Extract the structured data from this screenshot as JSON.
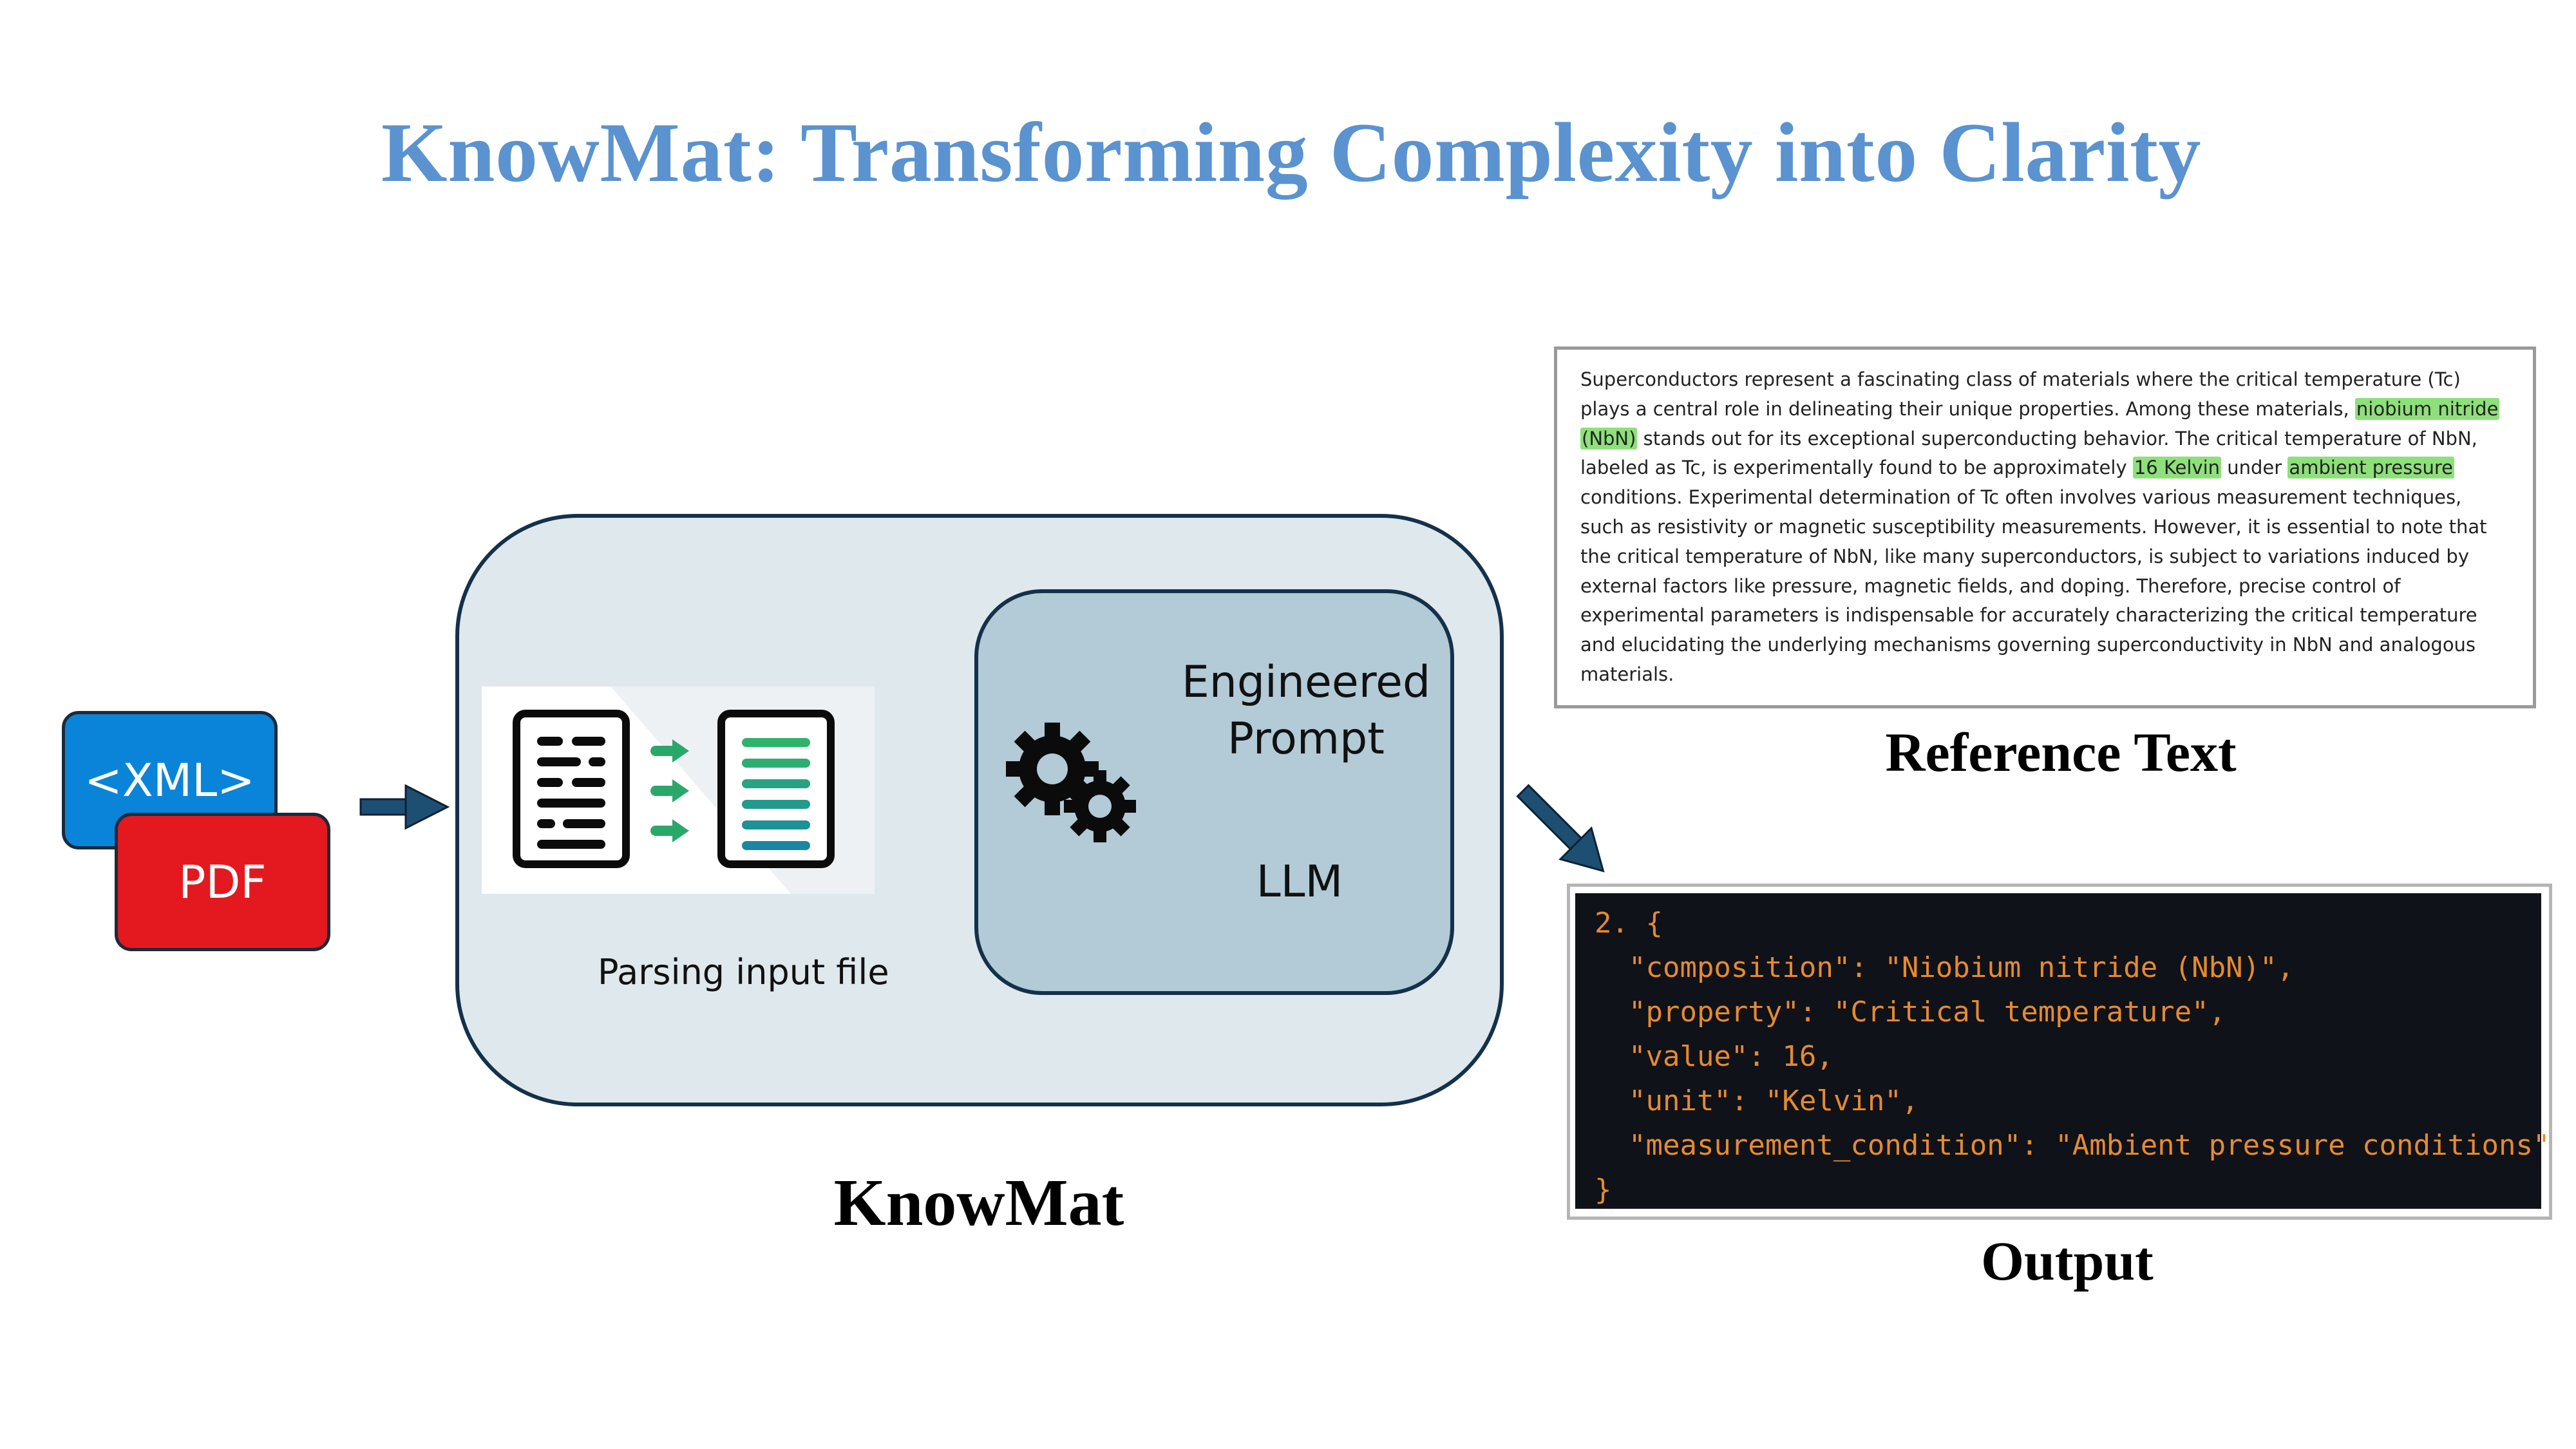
{
  "title": "KnowMat: Transforming Complexity into Clarity",
  "inputs": {
    "xml": "<XML>",
    "pdf": "PDF"
  },
  "parsing": {
    "caption": "Parsing input file"
  },
  "prompt": {
    "line1": "Engineered",
    "line2": "Prompt",
    "llm": "LLM"
  },
  "labels": {
    "knowmat": "KnowMat",
    "reference": "Reference Text",
    "output": "Output"
  },
  "reference_text": {
    "lines": [
      [
        {
          "t": "Superconductors represent a fascinating class of materials where the critical temperature (Tc)"
        }
      ],
      [
        {
          "t": "plays a central role in delineating their unique properties. Among these materials, "
        },
        {
          "t": "niobium nitride",
          "hl": true
        }
      ],
      [
        {
          "t": "(NbN)",
          "hl": true
        },
        {
          "t": " stands out for its exceptional superconducting behavior. The critical temperature of NbN,"
        }
      ],
      [
        {
          "t": "labeled as Tc, is experimentally found to be approximately "
        },
        {
          "t": "16 Kelvin",
          "hl": true
        },
        {
          "t": " under "
        },
        {
          "t": "ambient pressure",
          "hl": true
        }
      ],
      [
        {
          "t": "conditions. Experimental determination of Tc often involves various measurement techniques,"
        }
      ],
      [
        {
          "t": "such as resistivity or magnetic susceptibility measurements. However, it is essential to note that"
        }
      ],
      [
        {
          "t": "the critical temperature of NbN, like many superconductors, is subject to variations induced by"
        }
      ],
      [
        {
          "t": "external factors like pressure, magnetic fields, and doping. Therefore, precise control of"
        }
      ],
      [
        {
          "t": "experimental parameters is indispensable for accurately characterizing the critical temperature"
        }
      ],
      [
        {
          "t": "and elucidating the underlying mechanisms governing superconductivity in NbN and analogous"
        }
      ],
      [
        {
          "t": "materials."
        }
      ]
    ],
    "highlight_color": "#8ee07a"
  },
  "output_code": {
    "lines": [
      "2. {",
      "  \"composition\": \"Niobium nitride (NbN)\",",
      "  \"property\": \"Critical temperature\",",
      "  \"value\": 16,",
      "  \"unit\": \"Kelvin\",",
      "  \"measurement_condition\": \"Ambient pressure conditions\"",
      "}"
    ]
  },
  "colors": {
    "title": "#5a93cf",
    "xml_badge": "#0a84d8",
    "pdf_badge": "#e3191f",
    "arrow": "#1d4f72",
    "container": "#dfe8ed",
    "prompt_box": "#b3cad7",
    "parse_arrows": "#2aa86a"
  }
}
